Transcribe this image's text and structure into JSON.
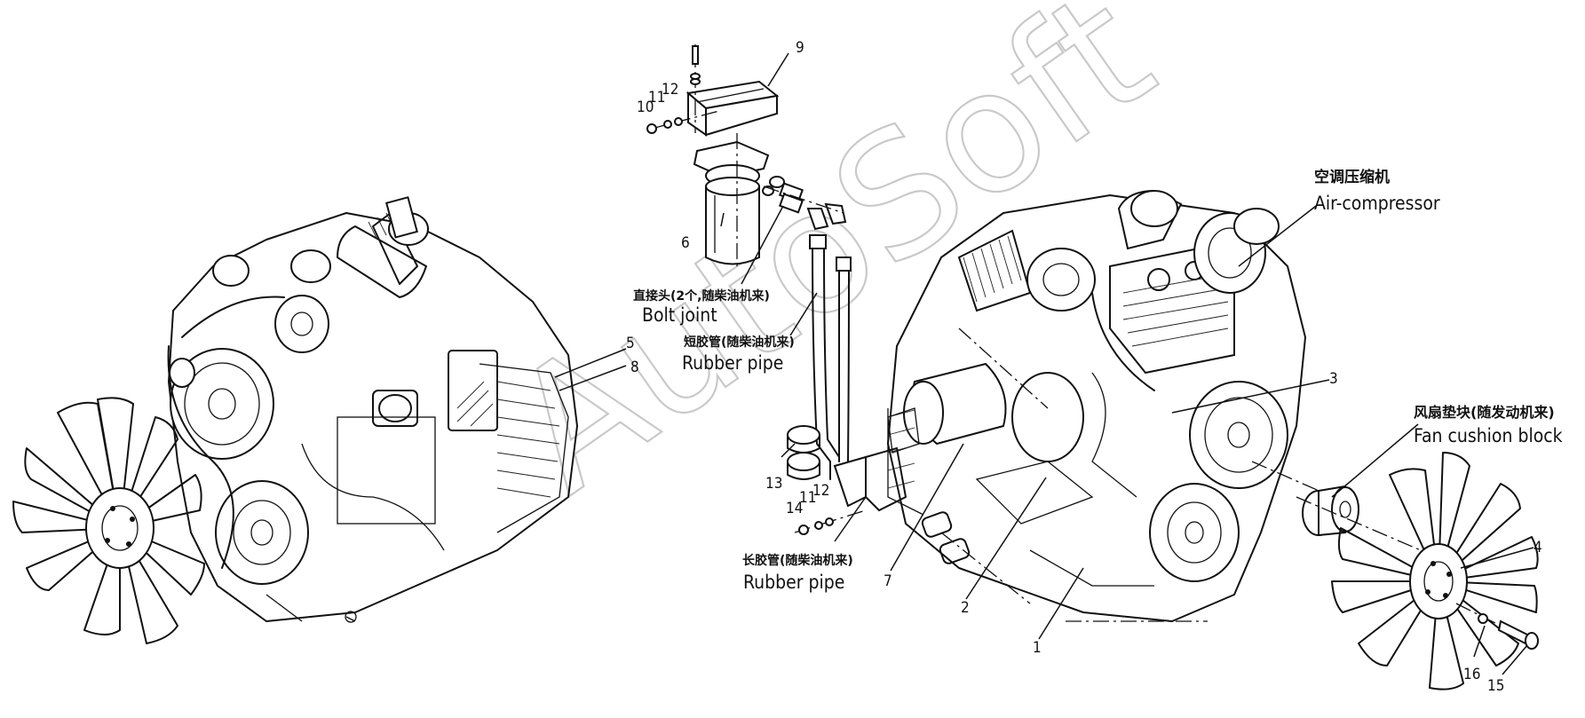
{
  "watermark": "AutoSoft",
  "labels": {
    "bolt_joint_cn": "直接头(2个,随柴油机来)",
    "bolt_joint_en": "Bolt joint",
    "rubber_pipe_short_cn": "短胶管(随柴油机来)",
    "rubber_pipe_short_en": "Rubber pipe",
    "rubber_pipe_long_cn": "长胶管(随柴油机来)",
    "rubber_pipe_long_en": "Rubber pipe",
    "air_compressor_cn": "空调压缩机",
    "air_compressor_en": "Air-compressor",
    "fan_cushion_cn": "风扇垫块(随发动机来)",
    "fan_cushion_en": "Fan cushion block"
  },
  "callouts": {
    "c1": "1",
    "c2": "2",
    "c3": "3",
    "c4": "4",
    "c5": "5",
    "c6": "6",
    "c7": "7",
    "c8": "8",
    "c9": "9",
    "c10": "10",
    "c11a": "11",
    "c12a": "12",
    "c13": "13",
    "c14": "14",
    "c11b": "11",
    "c12b": "12",
    "c15": "15",
    "c16": "16"
  },
  "icons": [
    "engine-left-drawing",
    "engine-right-drawing",
    "fan-left-drawing",
    "fan-right-drawing",
    "oil-filter-drawing",
    "bracket-drawing",
    "rubber-pipe-drawing",
    "fan-cushion-block-drawing"
  ]
}
